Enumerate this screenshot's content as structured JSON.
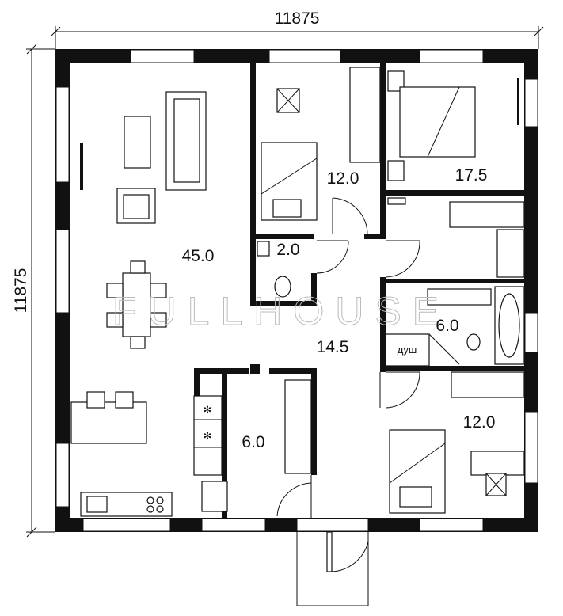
{
  "dimensions": {
    "width": "11875",
    "height": "11875"
  },
  "rooms": {
    "living": "45.0",
    "bedroom_top": "12.0",
    "bedroom_master": "17.5",
    "wc": "2.0",
    "bathroom": "6.0",
    "hall": "14.5",
    "storage": "6.0",
    "bedroom_bottom": "12.0"
  },
  "shower_label": "душ",
  "watermark": "FULLHOUSE"
}
